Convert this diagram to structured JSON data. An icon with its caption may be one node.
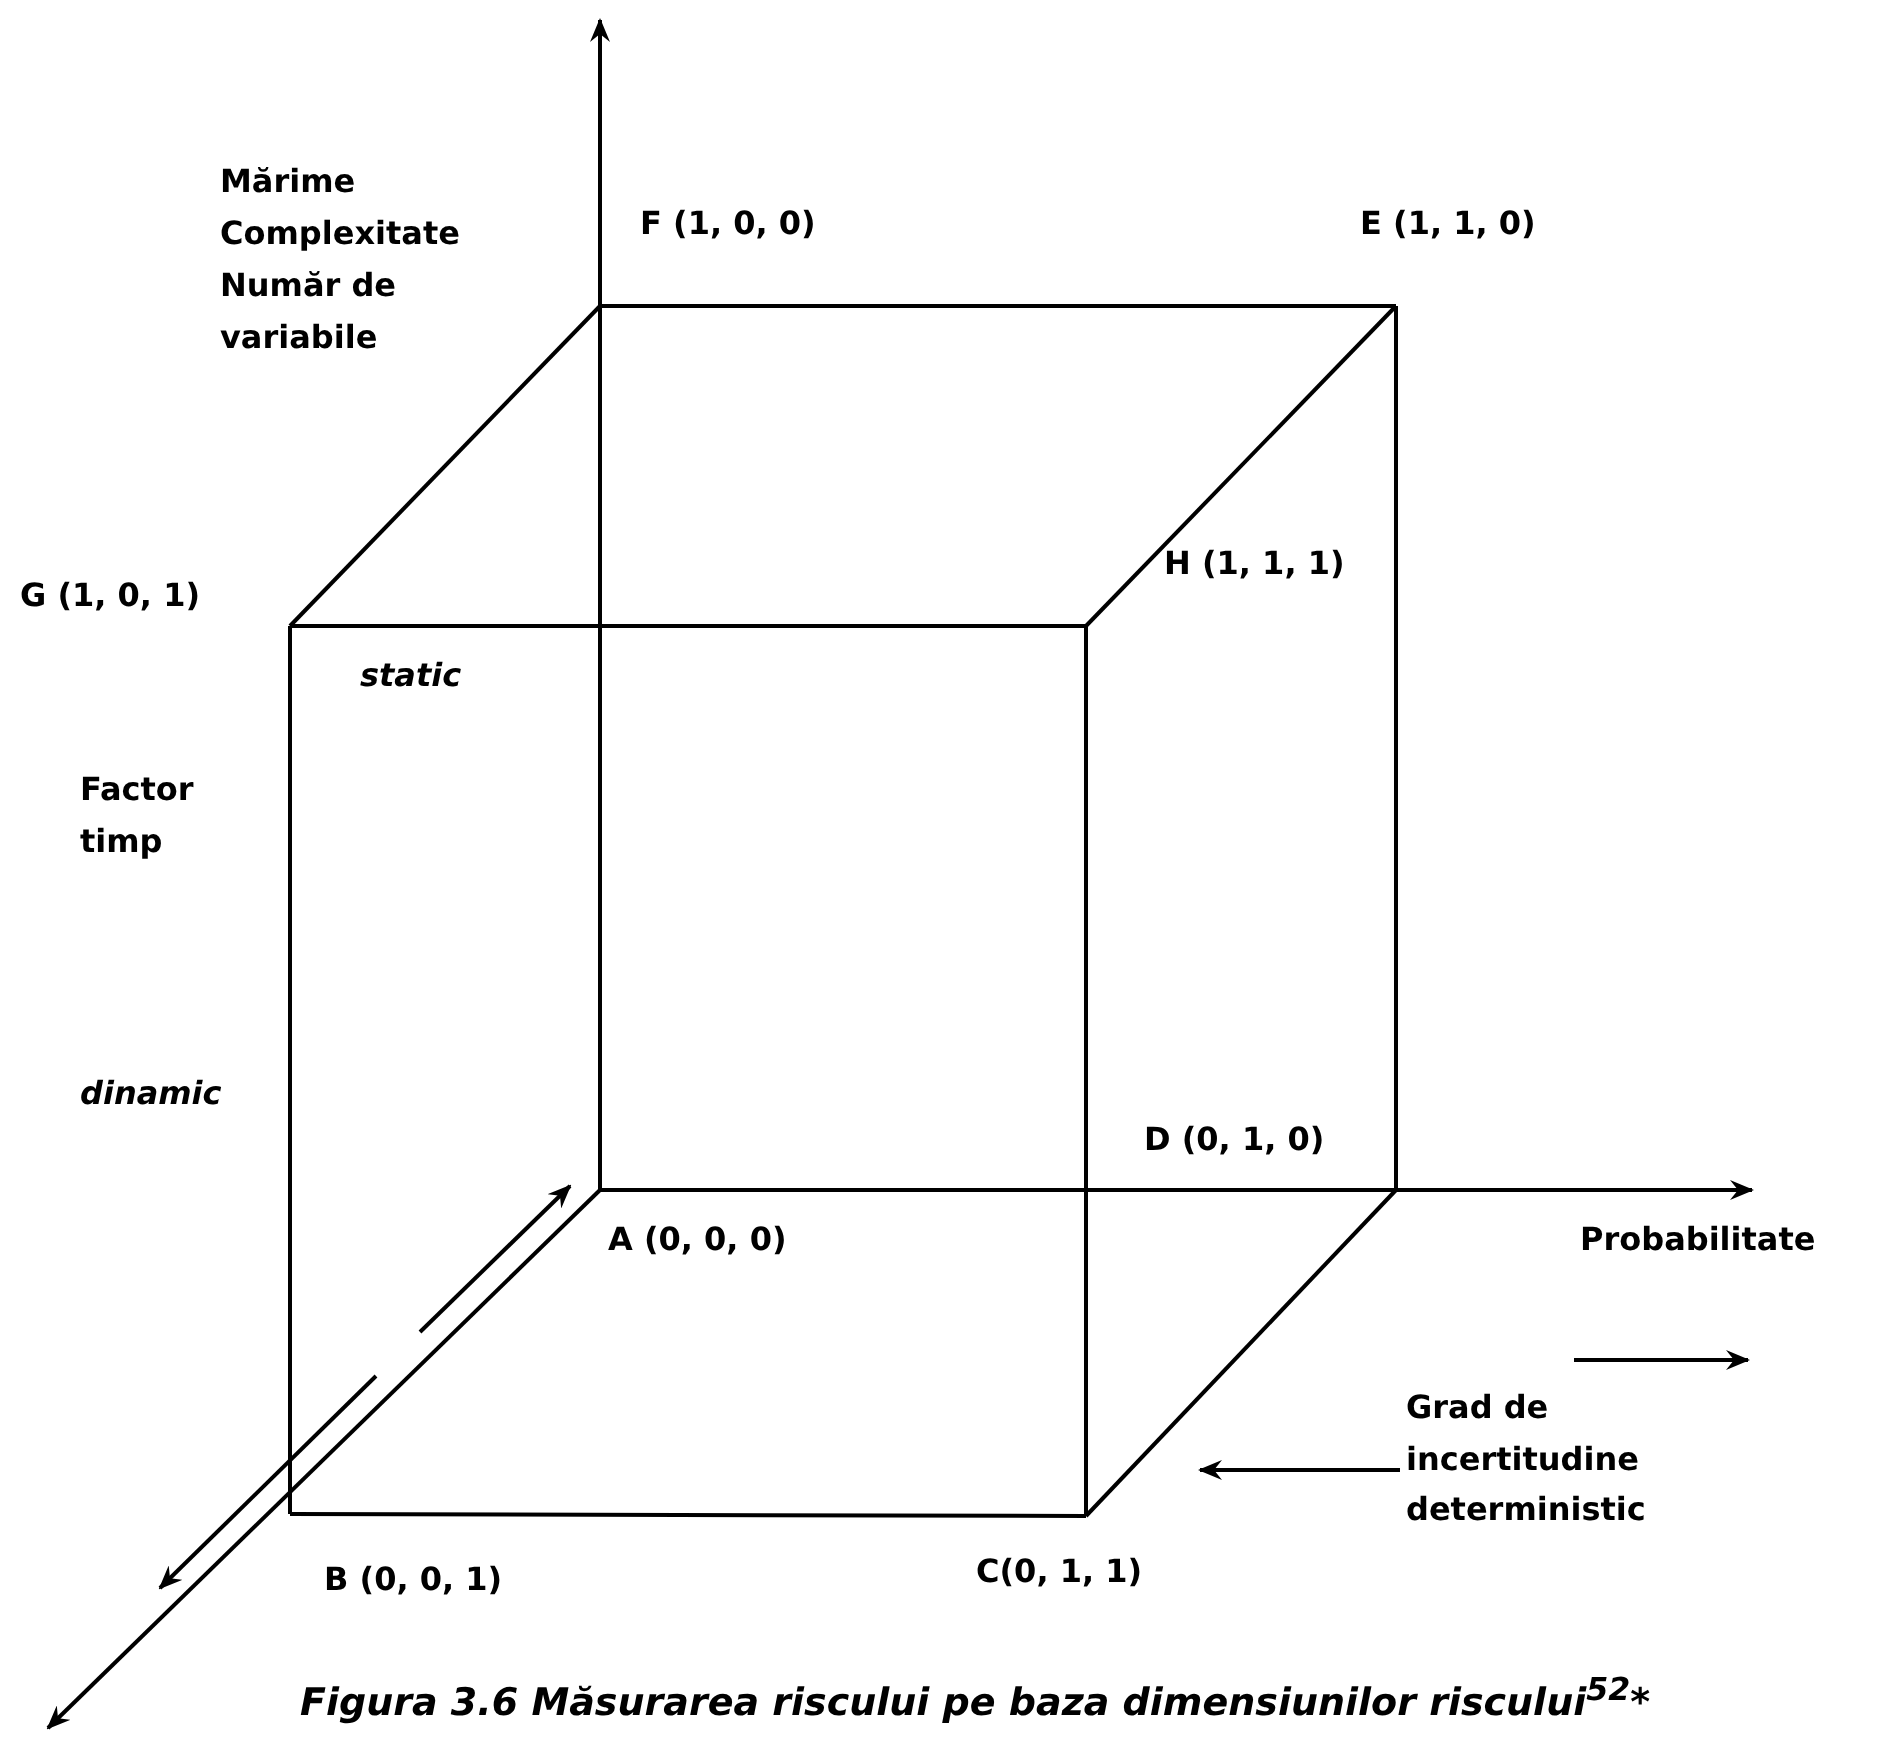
{
  "diagram": {
    "caption": "Figura 3.6 Măsurarea riscului pe baza dimensiunilor riscului$^{52}$*",
    "labels": [
      "Mărime",
      "Complexitate",
      "Număr de variabile",
      "F (1, 0, 0)",
      "E (1, 1, 0)",
      "G (1, 0, 1)",
      "H (1, 1, 1)",
      "static",
      "Factor timp",
      "dinamic",
      "D (0, 1, 0)",
      "A (0, 0, 0)",
      "Probabilitate",
      "Grad de incertitudine",
      "deterministic",
      "B (0, 0, 1)",
      "C(0, 1, 1)"
    ]
  }
}
